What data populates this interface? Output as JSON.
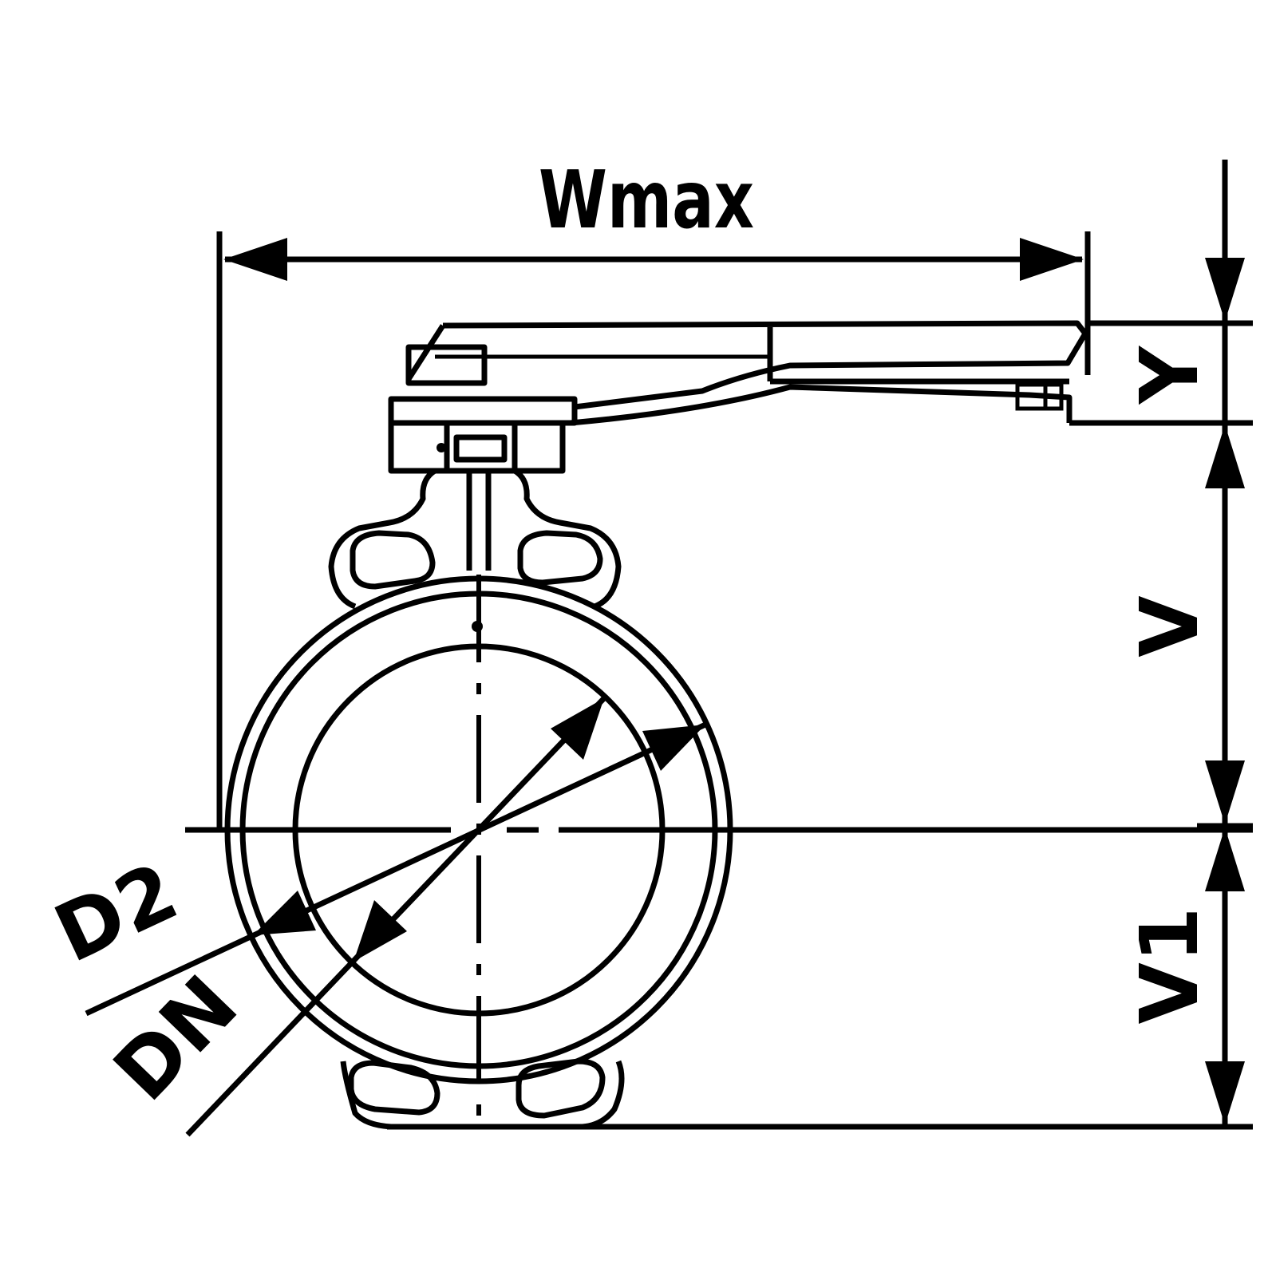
{
  "labels": {
    "wmax": "Wmax",
    "y": "Y",
    "v": "V",
    "v1": "V1",
    "d2": "D2",
    "dn": "DN"
  },
  "colors": {
    "line": "#000000",
    "background": "#ffffff"
  }
}
